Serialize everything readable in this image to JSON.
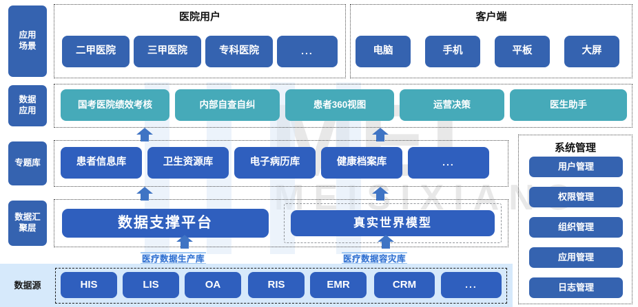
{
  "watermark": {
    "big": "MEI",
    "small": "MEISIXIANG"
  },
  "layers": [
    {
      "rail_label": "应用\n场景",
      "groups": [
        {
          "title": "医院用户",
          "nodes": [
            "二甲医院",
            "三甲医院",
            "专科医院",
            "..."
          ]
        },
        {
          "title": "客户端",
          "nodes": [
            "电脑",
            "手机",
            "平板",
            "大屏"
          ]
        }
      ]
    },
    {
      "rail_label": "数据\n应用",
      "groups": [
        {
          "title": "",
          "nodes": [
            "国考医院绩效考核",
            "内部自查自纠",
            "患者360视图",
            "运营决策",
            "医生助手"
          ]
        }
      ]
    },
    {
      "rail_label": "专题库",
      "groups": [
        {
          "title": "",
          "nodes": [
            "患者信息库",
            "卫生资源库",
            "电子病历库",
            "健康档案库",
            "..."
          ]
        }
      ]
    },
    {
      "rail_label": "数据汇\n聚层",
      "groups": [
        {
          "title": "",
          "nodes": [
            "数据支撑平台",
            "真实世界模型"
          ]
        }
      ]
    },
    {
      "rail_label": "数据源",
      "groups": [
        {
          "title": "",
          "nodes": [
            "HIS",
            "LIS",
            "OA",
            "RIS",
            "EMR",
            "CRM",
            "..."
          ]
        }
      ]
    }
  ],
  "rails": {
    "application_scenario": "应用\n场景",
    "data_application": "数据\n应用",
    "subject_library": "专题库",
    "data_aggregation": "数据汇\n聚层",
    "data_source": "数据源"
  },
  "scenario": {
    "hospital_group_title": "医院用户",
    "hospital_nodes": [
      "二甲医院",
      "三甲医院",
      "专科医院",
      "..."
    ],
    "client_group_title": "客户端",
    "client_nodes": [
      "电脑",
      "手机",
      "平板",
      "大屏"
    ]
  },
  "data_application": {
    "nodes": [
      "国考医院绩效考核",
      "内部自查自纠",
      "患者360视图",
      "运营决策",
      "医生助手"
    ]
  },
  "subject_library": {
    "nodes": [
      "患者信息库",
      "卫生资源库",
      "电子病历库",
      "健康档案库",
      "..."
    ]
  },
  "data_aggregation": {
    "platform": "数据支撑平台",
    "model": "真实世界模型"
  },
  "data_source": {
    "nodes": [
      "HIS",
      "LIS",
      "OA",
      "RIS",
      "EMR",
      "CRM",
      "..."
    ]
  },
  "arrow_captions": {
    "left": "医疗数据生产库",
    "right": "医疗数据容灾库"
  },
  "system_management": {
    "title": "系统管理",
    "items": [
      "用户管理",
      "权限管理",
      "组织管理",
      "应用管理",
      "日志管理"
    ]
  },
  "colors": {
    "primary_blue": "#3563b0",
    "node_blue": "#2f5fbe",
    "teal": "#46aab9",
    "band": "#d6e9fb",
    "watermark": "#e8e8e8",
    "arrow": "#3f74c4"
  }
}
